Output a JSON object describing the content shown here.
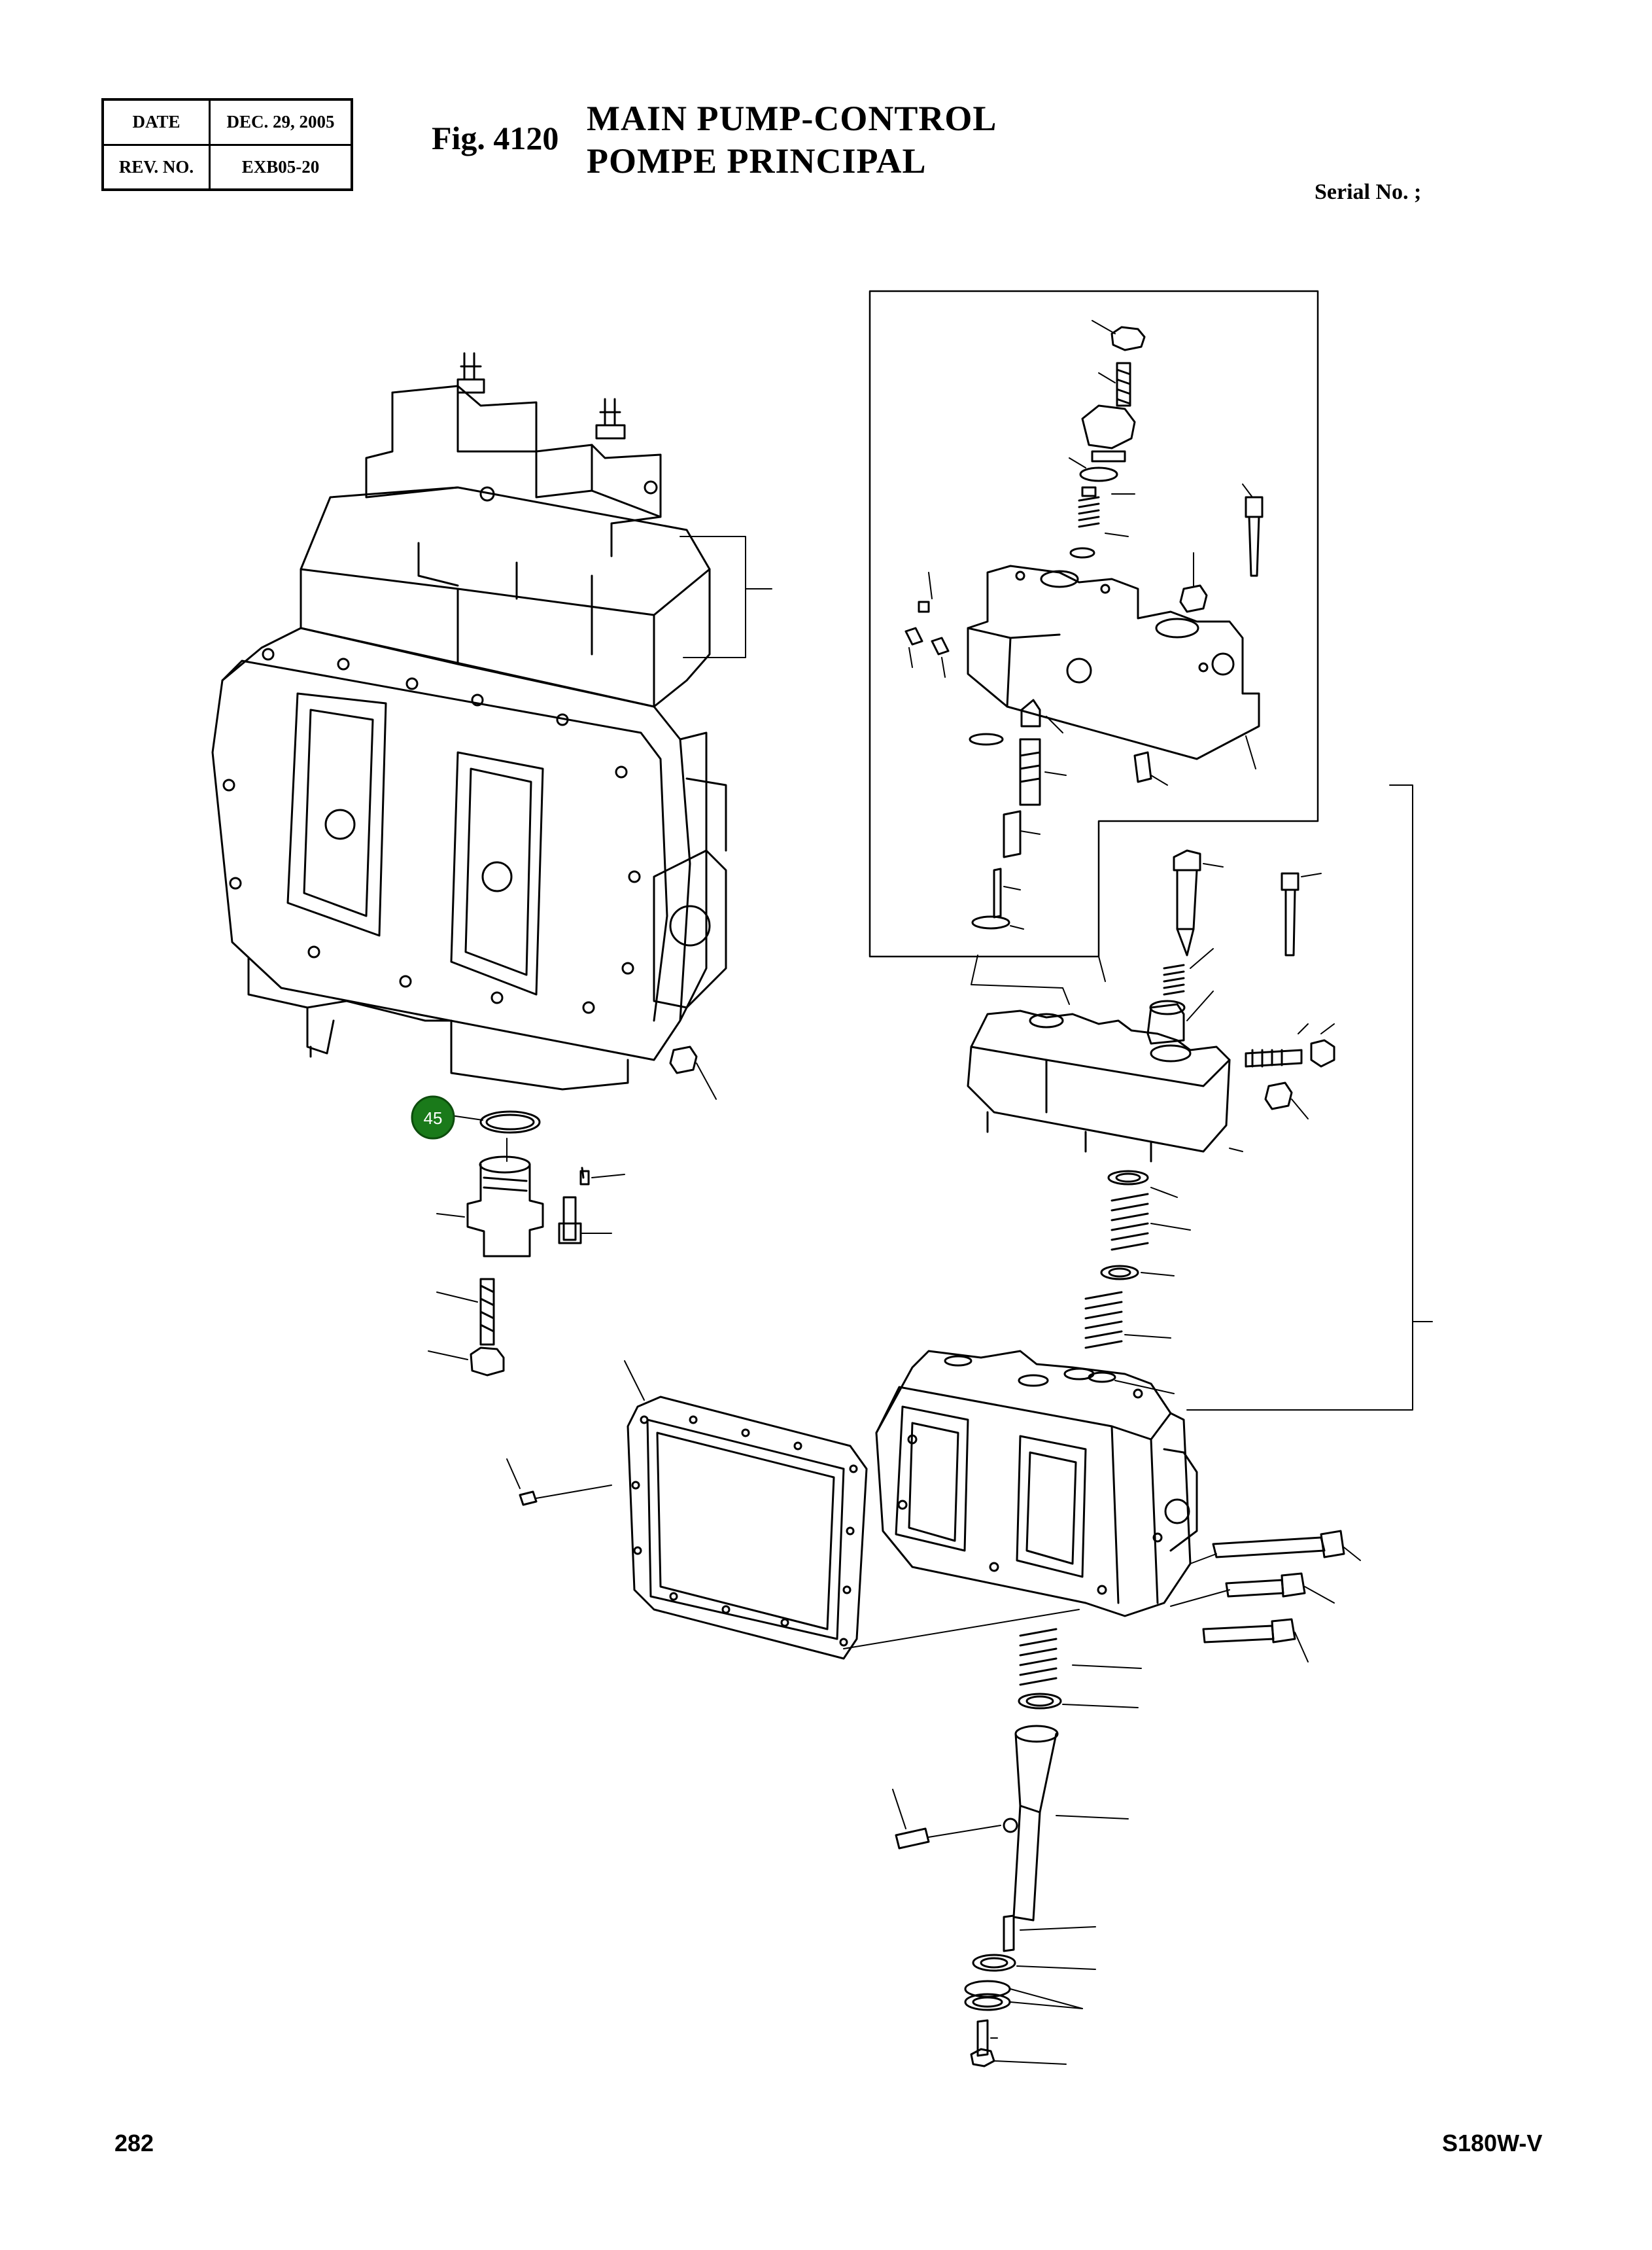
{
  "header": {
    "date_label": "DATE",
    "date_value": "DEC. 29, 2005",
    "rev_label": "REV. NO.",
    "rev_value": "EXB05-20"
  },
  "figure": {
    "number": "Fig. 4120",
    "title_en": "MAIN PUMP-CONTROL",
    "title_fr": "POMPE PRINCIPAL",
    "serial": "Serial No. ;"
  },
  "callouts": [
    {
      "label": "45",
      "color": "#1a7a1a"
    }
  ],
  "footer": {
    "page": "282",
    "model": "S180W-V"
  }
}
